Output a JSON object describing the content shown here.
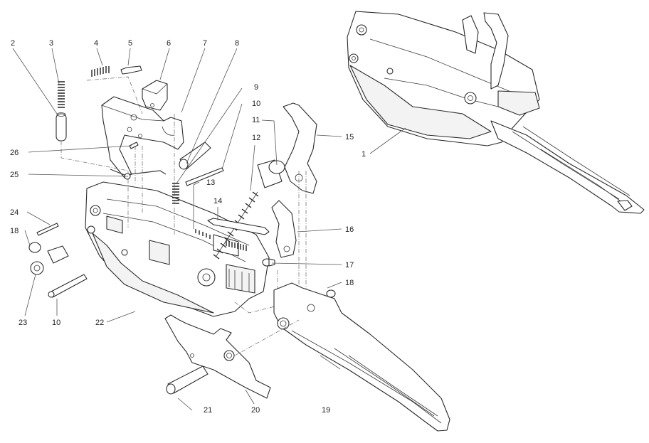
{
  "diagram": {
    "title": "Trigger group assembly - exploded view",
    "assembled_view_label": "1",
    "callouts": [
      {
        "id": "1",
        "label": "1"
      },
      {
        "id": "2",
        "label": "2"
      },
      {
        "id": "3",
        "label": "3"
      },
      {
        "id": "4",
        "label": "4"
      },
      {
        "id": "5",
        "label": "5"
      },
      {
        "id": "6",
        "label": "6"
      },
      {
        "id": "7",
        "label": "7"
      },
      {
        "id": "8",
        "label": "8"
      },
      {
        "id": "9",
        "label": "9"
      },
      {
        "id": "10a",
        "label": "10"
      },
      {
        "id": "11",
        "label": "11"
      },
      {
        "id": "12",
        "label": "12"
      },
      {
        "id": "13",
        "label": "13"
      },
      {
        "id": "14",
        "label": "14"
      },
      {
        "id": "15",
        "label": "15"
      },
      {
        "id": "16",
        "label": "16"
      },
      {
        "id": "17",
        "label": "17"
      },
      {
        "id": "18a",
        "label": "18"
      },
      {
        "id": "18b",
        "label": "18"
      },
      {
        "id": "19",
        "label": "19"
      },
      {
        "id": "20",
        "label": "20"
      },
      {
        "id": "21",
        "label": "21"
      },
      {
        "id": "22",
        "label": "22"
      },
      {
        "id": "23",
        "label": "23"
      },
      {
        "id": "24",
        "label": "24"
      },
      {
        "id": "25",
        "label": "25"
      },
      {
        "id": "26",
        "label": "26"
      },
      {
        "id": "10b",
        "label": "10"
      }
    ],
    "parts": [
      {
        "name": "assembled-trigger-group",
        "callout": "1"
      },
      {
        "name": "plunger",
        "callout": "2"
      },
      {
        "name": "plunger-spring",
        "callout": "3"
      },
      {
        "name": "small-spring",
        "callout": "4"
      },
      {
        "name": "pin-with-tip",
        "callout": "5"
      },
      {
        "name": "block",
        "callout": "6"
      },
      {
        "name": "sear-bracket",
        "callout": "7"
      },
      {
        "name": "bushing",
        "callout": "8"
      },
      {
        "name": "spring",
        "callout": "9"
      },
      {
        "name": "rod-pin",
        "callout": "10"
      },
      {
        "name": "cylinder-cap",
        "callout": "11"
      },
      {
        "name": "main-spring",
        "callout": "12"
      },
      {
        "name": "coil-spring",
        "callout": "13"
      },
      {
        "name": "long-pin",
        "callout": "14"
      },
      {
        "name": "hammer",
        "callout": "15"
      },
      {
        "name": "lever",
        "callout": "16"
      },
      {
        "name": "stud",
        "callout": "17"
      },
      {
        "name": "split-ring",
        "callout": "18"
      },
      {
        "name": "trigger-blade",
        "callout": "19"
      },
      {
        "name": "link-plate",
        "callout": "20"
      },
      {
        "name": "pivot-pin",
        "callout": "21"
      },
      {
        "name": "housing",
        "callout": "22"
      },
      {
        "name": "roller",
        "callout": "23"
      },
      {
        "name": "roll-pin",
        "callout": "24"
      },
      {
        "name": "wire-spring",
        "callout": "25"
      },
      {
        "name": "small-pin",
        "callout": "26"
      }
    ]
  }
}
